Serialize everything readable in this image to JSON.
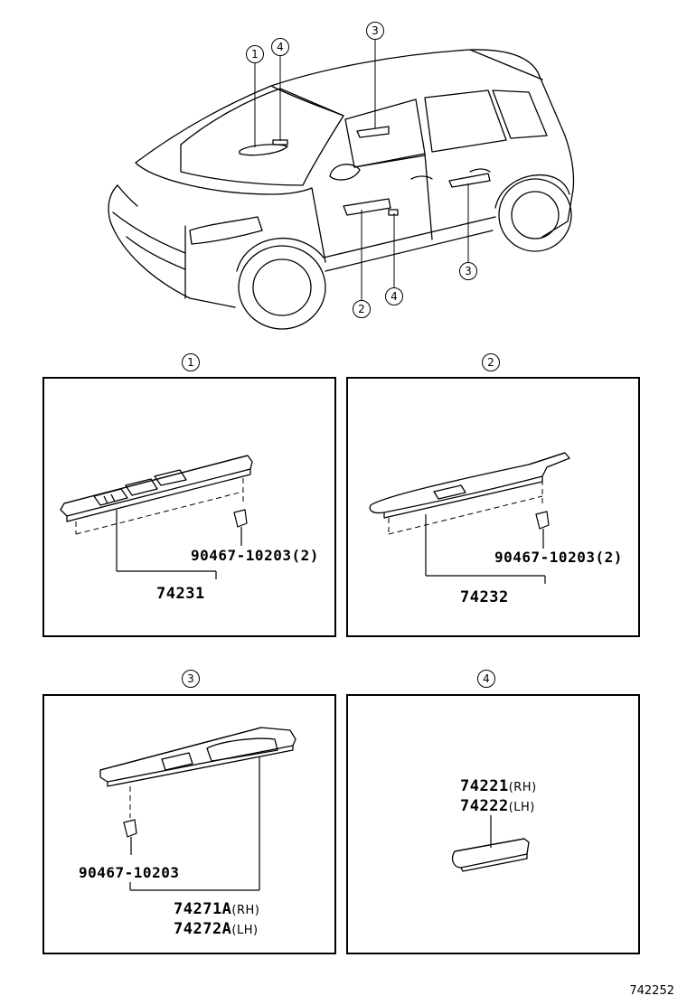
{
  "callouts": {
    "one": "1",
    "two": "2",
    "three": "3",
    "four": "4"
  },
  "panels": [
    {
      "id": "1",
      "clip_part": "90467-10203",
      "clip_qty": "(2)",
      "part": "74231"
    },
    {
      "id": "2",
      "clip_part": "90467-10203",
      "clip_qty": "(2)",
      "part": "74232"
    },
    {
      "id": "3",
      "clip_part": "90467-10203",
      "parts": [
        {
          "number": "74271A",
          "side": "(RH)"
        },
        {
          "number": "74272A",
          "side": "(LH)"
        }
      ]
    },
    {
      "id": "4",
      "parts": [
        {
          "number": "74221",
          "side": "(RH)"
        },
        {
          "number": "74222",
          "side": "(LH)"
        }
      ]
    }
  ],
  "figure_code": "742252"
}
